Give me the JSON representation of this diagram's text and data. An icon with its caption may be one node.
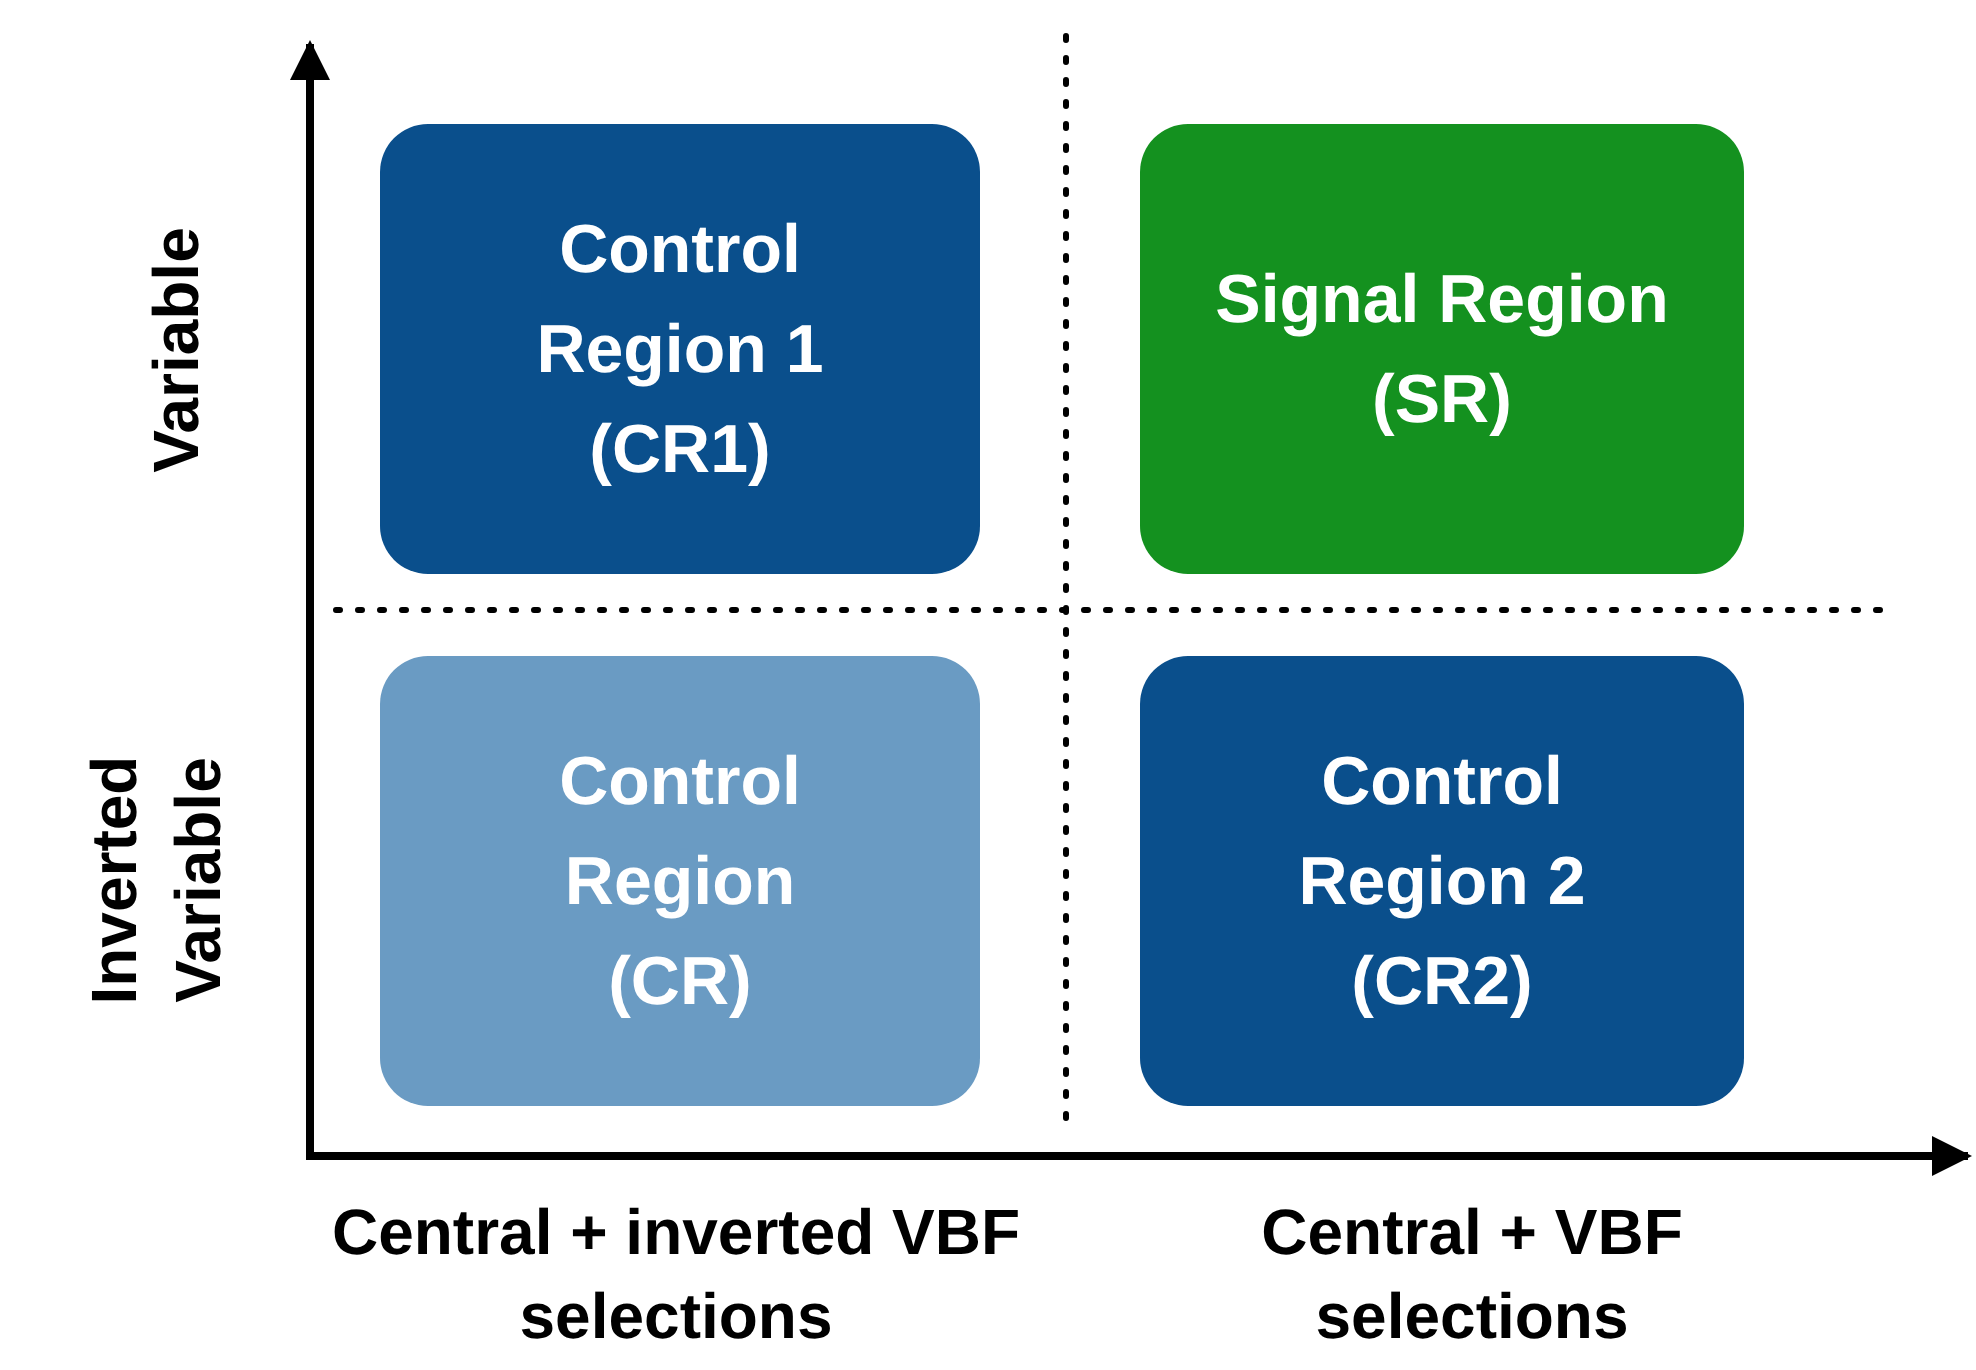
{
  "diagram": {
    "nodes": [
      {
        "text": [
          "Control Region 1 (CR1)"
        ]
      },
      {
        "text": [
          "Signal Region (SR)"
        ]
      },
      {
        "text": [
          "Control Region (CR)"
        ]
      },
      {
        "text": [
          "Control Region 2 (CR2)"
        ]
      }
    ],
    "edges": [],
    "labels": [
      "Variable",
      "Inverted Variable",
      "Central + inverted VBF selections",
      "Central + VBF selections"
    ]
  }
}
